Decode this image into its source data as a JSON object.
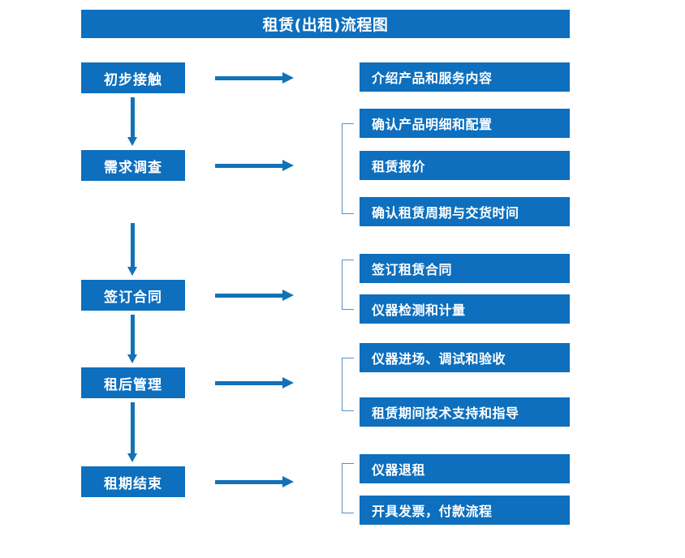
{
  "title": "租赁(出租)流程图",
  "colors": {
    "box_blue": "#0d6fbe",
    "arrow_blue": "#1272b8",
    "bracket_gray_blue": "#5b8fc4",
    "background": "#ffffff",
    "text": "#ffffff"
  },
  "stages": [
    {
      "label": "初步接触"
    },
    {
      "label": "需求调查"
    },
    {
      "label": "签订合同"
    },
    {
      "label": "租后管理"
    },
    {
      "label": "租期结束"
    }
  ],
  "details": [
    {
      "label": "介绍产品和服务内容"
    },
    {
      "label": "确认产品明细和配置"
    },
    {
      "label": "租赁报价"
    },
    {
      "label": "确认租赁周期与交货时间"
    },
    {
      "label": "签订租赁合同"
    },
    {
      "label": "仪器检测和计量"
    },
    {
      "label": "仪器进场、调试和验收"
    },
    {
      "label": "租赁期间技术支持和指导"
    },
    {
      "label": "仪器退租"
    },
    {
      "label": "开具发票，付款流程"
    }
  ],
  "groups": [
    {
      "stage": "初步接触",
      "details": [
        "介绍产品和服务内容"
      ]
    },
    {
      "stage": "需求调查",
      "details": [
        "确认产品明细和配置",
        "租赁报价",
        "确认租赁周期与交货时间"
      ]
    },
    {
      "stage": "签订合同",
      "details": [
        "签订租赁合同",
        "仪器检测和计量"
      ]
    },
    {
      "stage": "租后管理",
      "details": [
        "仪器进场、调试和验收",
        "租赁期间技术支持和指导"
      ]
    },
    {
      "stage": "租期结束",
      "details": [
        "仪器退租",
        "开具发票，付款流程"
      ]
    }
  ]
}
